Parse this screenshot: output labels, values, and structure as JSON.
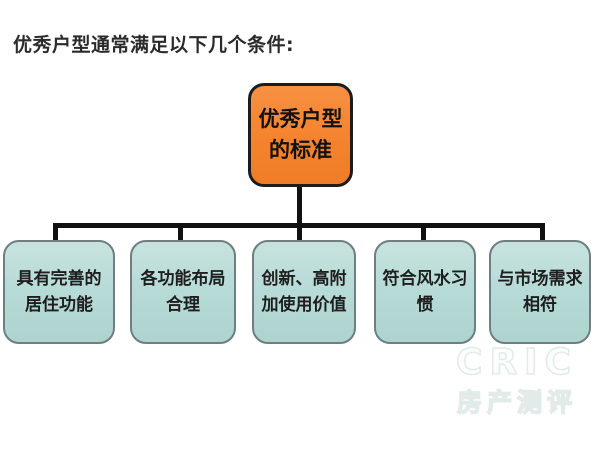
{
  "page": {
    "title": "优秀户型通常满足以下几个条件:"
  },
  "diagram": {
    "root": {
      "label": "优秀户型的标准"
    },
    "children": [
      {
        "label": "具有完善的居住功能"
      },
      {
        "label": "各功能布局合理"
      },
      {
        "label": "创新、高附加使用价值"
      },
      {
        "label": "符合风水习惯"
      },
      {
        "label": "与市场需求相符"
      }
    ],
    "colors": {
      "root_fill": "#F5832D",
      "root_border": "#1C1C1C",
      "child_fill": "#B7DBD7",
      "child_border": "#6E7E81",
      "connector": "#111111"
    }
  },
  "watermark": {
    "line1": "CRIC",
    "line2": "房产测评"
  }
}
